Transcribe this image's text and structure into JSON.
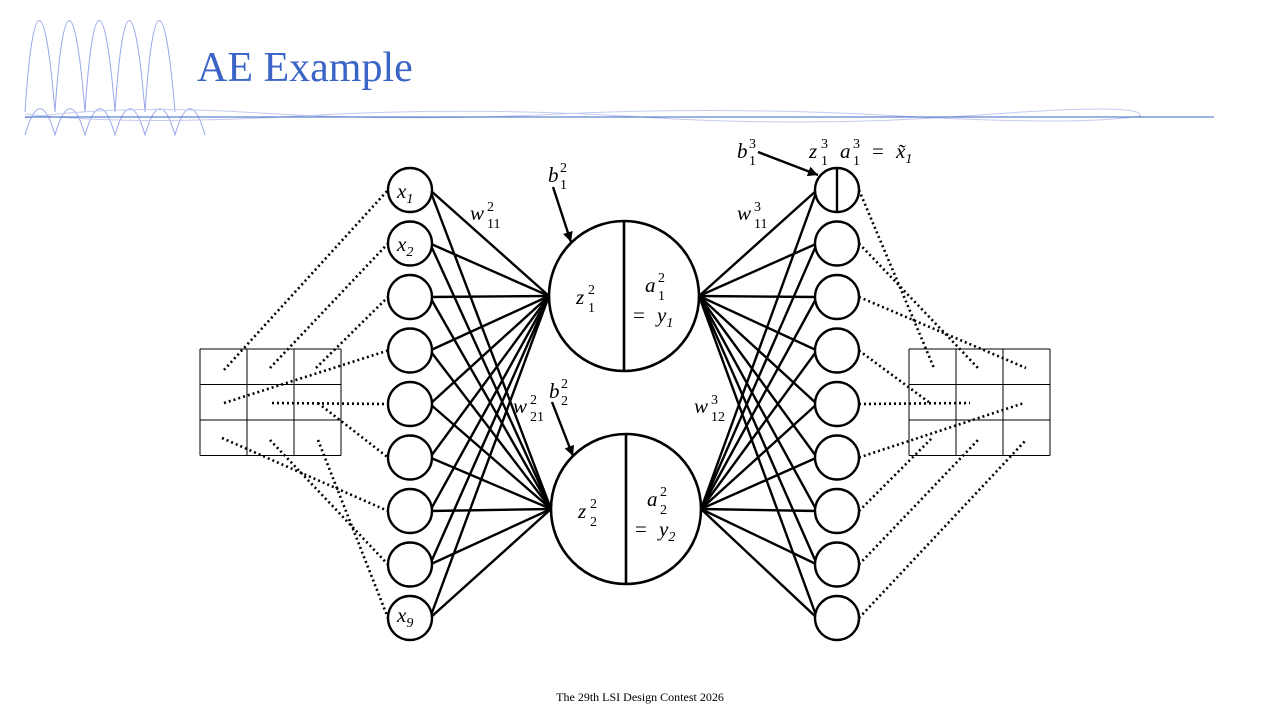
{
  "slide": {
    "title": "AE Example",
    "footer": "The 29th LSI Design Contest 2026"
  },
  "diagram": {
    "input_labels": {
      "x1": {
        "base": "x",
        "sub": "1"
      },
      "x2": {
        "base": "x",
        "sub": "2"
      },
      "x9": {
        "base": "x",
        "sub": "9"
      }
    },
    "hidden_nodes": [
      {
        "z": {
          "base": "z",
          "sup": "2",
          "sub": "1"
        },
        "a": {
          "base": "a",
          "sup": "2",
          "sub": "1"
        },
        "y": {
          "base": "y",
          "sub": "1"
        }
      },
      {
        "z": {
          "base": "z",
          "sup": "2",
          "sub": "2"
        },
        "a": {
          "base": "a",
          "sup": "2",
          "sub": "2"
        },
        "y": {
          "base": "y",
          "sub": "2"
        }
      }
    ],
    "equals": "=",
    "biases": {
      "b12": {
        "base": "b",
        "sup": "2",
        "sub": "1"
      },
      "b22": {
        "base": "b",
        "sup": "2",
        "sub": "2"
      },
      "b13": {
        "base": "b",
        "sup": "3",
        "sub": "1"
      }
    },
    "weights": {
      "w11_2": {
        "base": "w",
        "sup": "2",
        "sub": "11"
      },
      "w21_2": {
        "base": "w",
        "sup": "2",
        "sub": "21"
      },
      "w11_3": {
        "base": "w",
        "sup": "3",
        "sub": "11"
      },
      "w12_3": {
        "base": "w",
        "sup": "3",
        "sub": "12"
      }
    },
    "output_labels": {
      "z13": {
        "base": "z",
        "sup": "3",
        "sub": "1"
      },
      "a13": {
        "base": "a",
        "sup": "3",
        "sub": "1"
      },
      "xt1": {
        "base": "x̃",
        "sub": "1"
      }
    },
    "input_count": 9,
    "hidden_count": 2,
    "output_count": 9,
    "grid": "3x3"
  }
}
